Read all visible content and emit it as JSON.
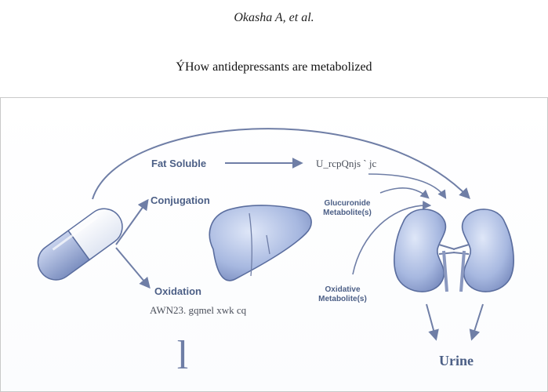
{
  "header": {
    "author": "Okasha A, et al.",
    "caption": "ÝHow antidepressants are metabolized"
  },
  "diagram": {
    "fat_soluble": "Fat Soluble",
    "water_soluble_garbled": "U_rcpQnjs ` jc",
    "conjugation": "Conjugation",
    "oxidation": "Oxidation",
    "liver_garbled": "AWN23. gqmel xwk cq",
    "glucuronide_line1": "Glucuronide",
    "glucuronide_line2": "Metabolite(s)",
    "oxidative_line1": "Oxidative",
    "oxidative_line2": "Metabolite(s)",
    "urine": "Urine",
    "big_mark": "l"
  },
  "colors": {
    "stroke": "#6f7ea6",
    "organ_fill": "#9aaed8",
    "organ_dark": "#5a6d9e",
    "label": "#4c5f86"
  }
}
